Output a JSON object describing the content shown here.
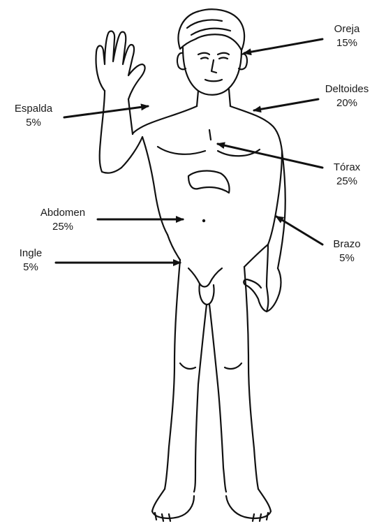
{
  "regions": [
    {
      "id": "oreja",
      "name": "Oreja",
      "percent": "15%"
    },
    {
      "id": "deltoides",
      "name": "Deltoides",
      "percent": "20%"
    },
    {
      "id": "espalda",
      "name": "Espalda",
      "percent": "5%"
    },
    {
      "id": "torax",
      "name": "Tórax",
      "percent": "25%"
    },
    {
      "id": "abdomen",
      "name": "Abdomen",
      "percent": "25%"
    },
    {
      "id": "brazo",
      "name": "Brazo",
      "percent": "5%"
    },
    {
      "id": "ingle",
      "name": "Ingle",
      "percent": "5%"
    }
  ],
  "colors": {
    "line": "#111111",
    "text": "#1a1a1a",
    "background": "#ffffff"
  }
}
